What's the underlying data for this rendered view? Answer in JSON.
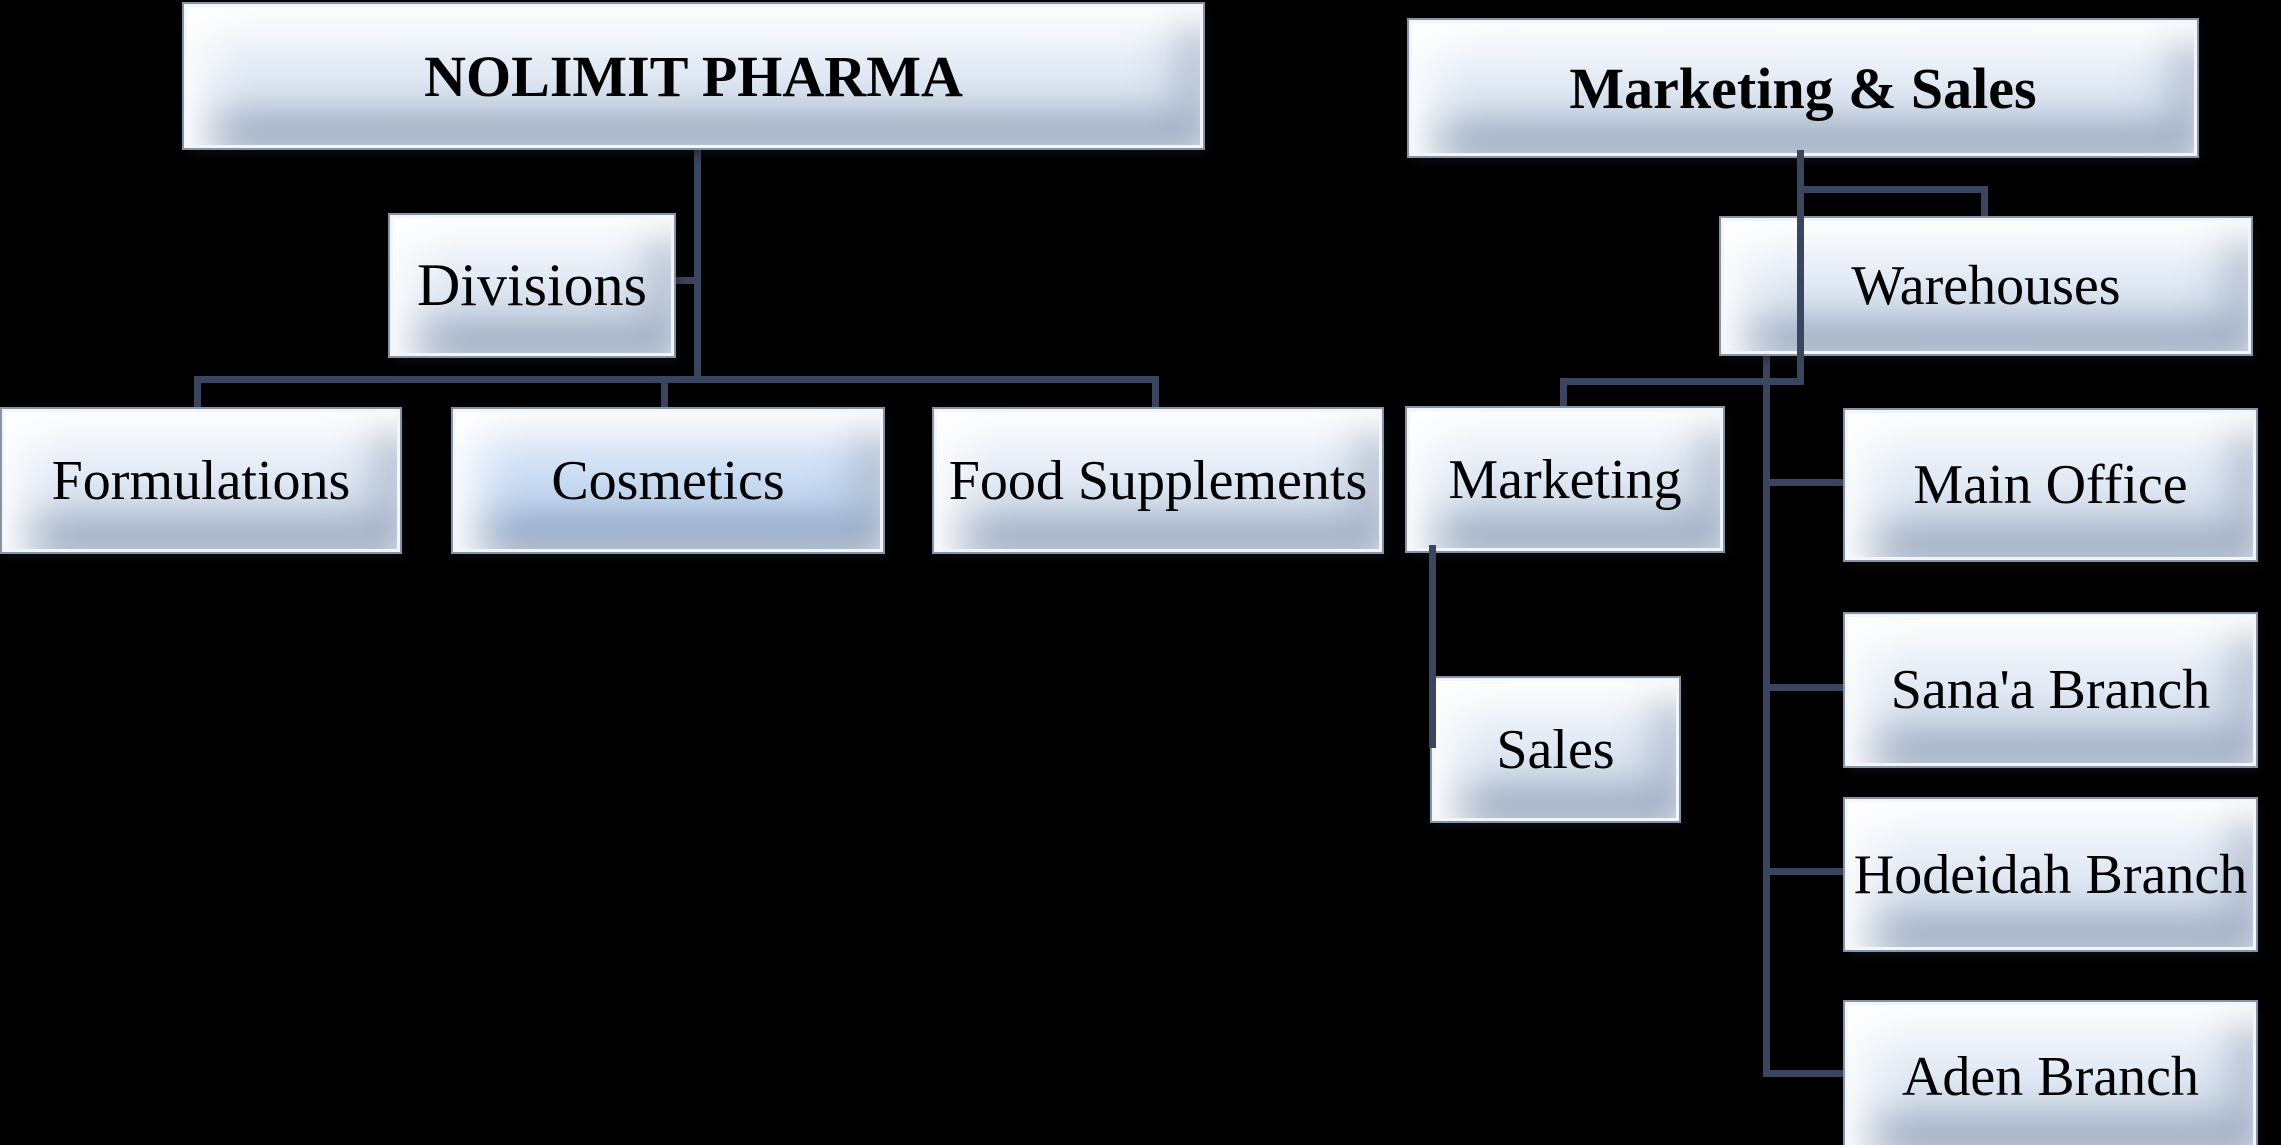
{
  "colors": {
    "background": "#000000",
    "connector": "#3a4660",
    "node_border": "#8894a6",
    "node_fill_light": "#e8eef8",
    "node_fill_highlight": "#c6d9f1",
    "text": "#000000"
  },
  "left_chart": {
    "root": {
      "label": "NOLIMIT PHARMA"
    },
    "intermediate": {
      "label": "Divisions"
    },
    "children": [
      {
        "label": "Formulations",
        "highlighted": false
      },
      {
        "label": "Cosmetics",
        "highlighted": true
      },
      {
        "label": "Food Supplements",
        "highlighted": false
      }
    ]
  },
  "right_chart": {
    "root": {
      "label": "Marketing & Sales"
    },
    "warehouses": {
      "label": "Warehouses"
    },
    "marketing": {
      "label": "Marketing"
    },
    "sales": {
      "label": "Sales"
    },
    "branches": [
      {
        "label": "Main Office"
      },
      {
        "label": "Sana'a Branch"
      },
      {
        "label": "Hodeidah Branch"
      },
      {
        "label": "Aden Branch"
      }
    ]
  }
}
